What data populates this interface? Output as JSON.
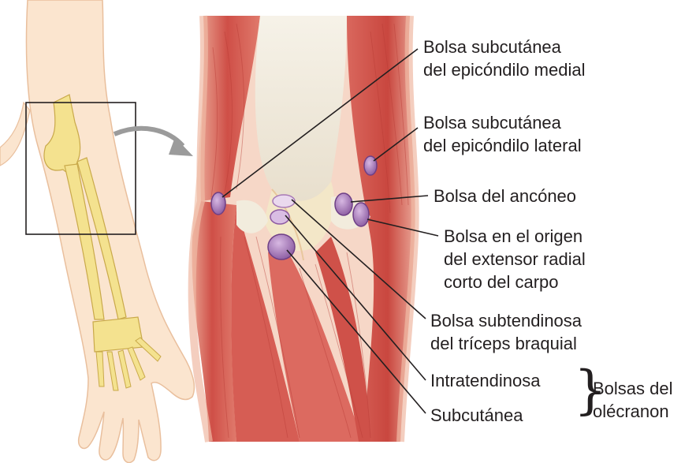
{
  "labels": {
    "subcut_medial": [
      "Bolsa subcutánea",
      "del epicóndilo medial"
    ],
    "subcut_lateral": [
      "Bolsa subcutánea",
      "del epicóndilo lateral"
    ],
    "anconeo": "Bolsa del ancóneo",
    "extensor": [
      "Bolsa en el origen",
      "del extensor radial",
      "corto del carpo"
    ],
    "triceps": [
      "Bolsa subtendinosa",
      "del tríceps braquial"
    ],
    "intratendinosa": "Intratendinosa",
    "subcutanea": "Subcutánea",
    "olecranon_group": [
      "Bolsas del",
      "olécranon"
    ]
  },
  "colors": {
    "skin": "#fbe5cf",
    "bone": "#f4e28f",
    "muscle": "#d9635a",
    "tendon": "#f3eee2",
    "bursa": "#a779b6",
    "leader": "#231f20",
    "arrow": "#9b9b9b"
  }
}
